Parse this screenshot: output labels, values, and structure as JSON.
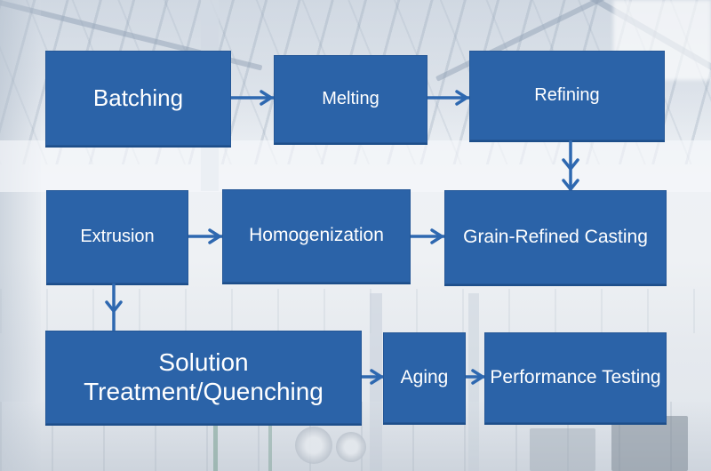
{
  "background": {
    "label": "white-washed factory workshop interior photo (roof trusses above, machinery and coils below)"
  },
  "colors": {
    "node_fill": "#2b63a8",
    "node_edge": "#1d4e8a",
    "node_text": "#ffffff",
    "arrow": "#2e68b0"
  },
  "flowchart": {
    "nodes": [
      {
        "id": "batching",
        "label": "Batching"
      },
      {
        "id": "melting",
        "label": "Melting"
      },
      {
        "id": "refining",
        "label": "Refining"
      },
      {
        "id": "extrusion",
        "label": "Extrusion"
      },
      {
        "id": "homogenization",
        "label": "Homogenization"
      },
      {
        "id": "grain-refined-casting",
        "label": "Grain-Refined Casting"
      },
      {
        "id": "solution-treatment-quenching",
        "label": "Solution Treatment/Quenching"
      },
      {
        "id": "aging",
        "label": "Aging"
      },
      {
        "id": "performance-testing",
        "label": "Performance Testing"
      }
    ],
    "edges": [
      {
        "from": "batching",
        "to": "melting",
        "direction": "right"
      },
      {
        "from": "melting",
        "to": "refining",
        "direction": "right"
      },
      {
        "from": "refining",
        "to": "grain-refined-casting",
        "direction": "down"
      },
      {
        "from": "extrusion",
        "to": "homogenization",
        "direction": "right"
      },
      {
        "from": "homogenization",
        "to": "grain-refined-casting",
        "direction": "right"
      },
      {
        "from": "extrusion",
        "to": "solution-treatment-quenching",
        "direction": "down"
      },
      {
        "from": "solution-treatment-quenching",
        "to": "aging",
        "direction": "right"
      },
      {
        "from": "aging",
        "to": "performance-testing",
        "direction": "right"
      }
    ]
  }
}
